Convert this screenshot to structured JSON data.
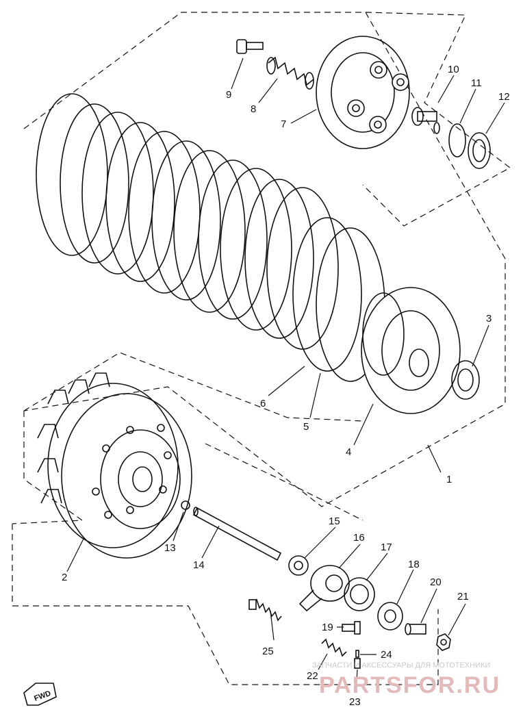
{
  "callouts": [
    "1",
    "2",
    "3",
    "4",
    "5",
    "6",
    "7",
    "8",
    "9",
    "10",
    "11",
    "12",
    "13",
    "14",
    "15",
    "16",
    "17",
    "18",
    "19",
    "20",
    "21",
    "22",
    "23",
    "24",
    "25"
  ],
  "fwd_label": "FWD",
  "watermark": {
    "caption": "ЗАПЧАСТИ И АКСЕССУАРЫ ДЛЯ МОТОТЕХНИКИ",
    "logo": "PARTSFOR.RU"
  }
}
